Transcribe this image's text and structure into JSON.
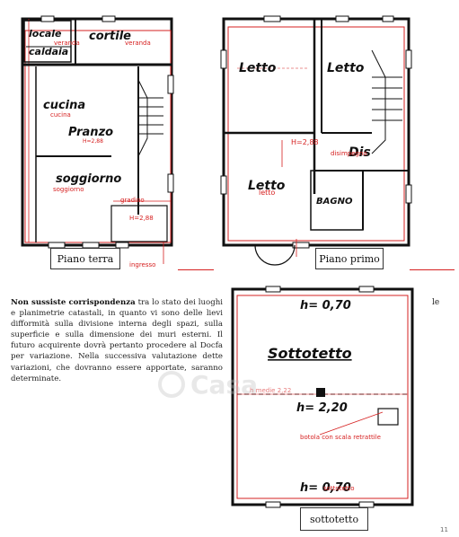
{
  "ground_floor": {
    "caption": "Piano terra",
    "labels": {
      "locale_caldaia": [
        "locale",
        "caldaia"
      ],
      "cortile": "cortile",
      "veranda_red_1": "veranda",
      "veranda_red_2": "veranda",
      "cucina": "cucina",
      "cucina_red": "cucina",
      "pranzo": "Pranzo",
      "soggiorno": "soggiorno",
      "soggiorno_red": "soggiorno",
      "gradino": "gradino",
      "height": "H=2,88",
      "ingresso": "ingresso"
    }
  },
  "first_floor": {
    "caption": "Piano primo",
    "labels": {
      "letto_1": "Letto",
      "letto_2": "Letto",
      "letto_3": "Letto",
      "letto_3_red": "letto",
      "dis": "Dis",
      "disimpegno_red": "disimpegno",
      "bagno": "BAGNO",
      "height": "H=2,88"
    }
  },
  "attic": {
    "caption": "sottotetto",
    "labels": {
      "h_top": "h= 0,70",
      "sottotetto": "Sottotetto",
      "h_mid": "h= 2,20",
      "botola": "botola con scala retrattile",
      "h_bottom": "h= 0,70",
      "sottotetto_red": "sottotetto"
    }
  },
  "text": {
    "lead_bold": "Non sussiste corrispondenza",
    "body": " tra lo stato dei luoghi e planimetrie catastali, in quanto vi sono delle lievi difformità sulla divisione interna degli spazi, sulla superficie e sulla dimensione dei muri esterni. Il futuro acquirente dovrà pertanto procedere al Docfa per variazione. Nella successiva valutazione dette variazioni, che dovranno essere apportate, saranno determinate.",
    "stray_word": "le",
    "page_number": "11"
  },
  "watermark": "Casa"
}
